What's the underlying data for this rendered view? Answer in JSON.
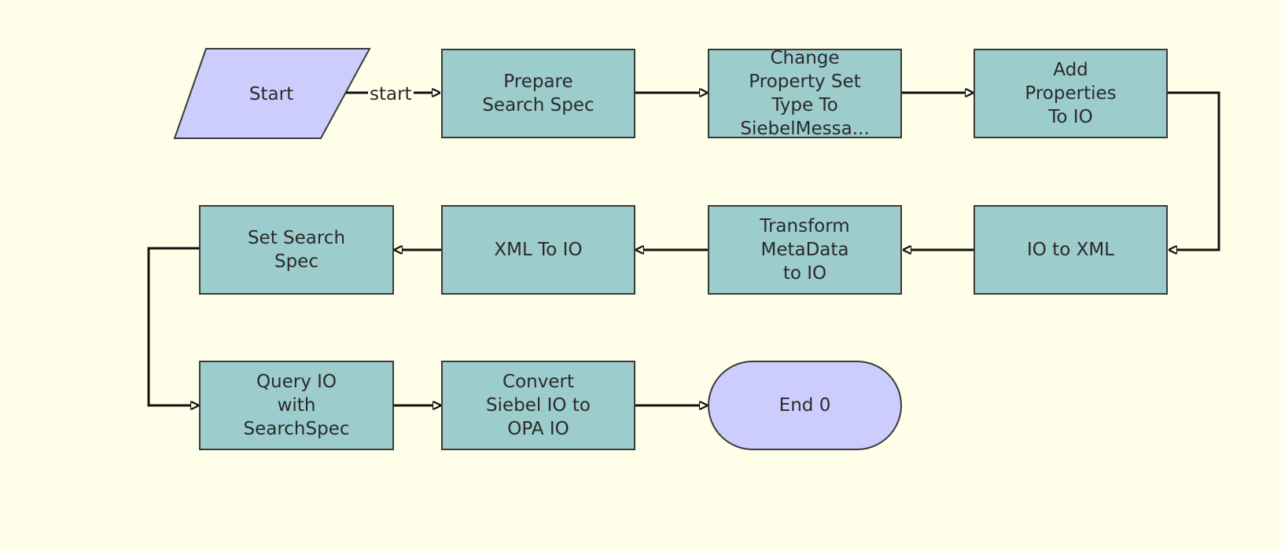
{
  "diagram": {
    "start": {
      "label": "Start"
    },
    "start_edge_label": "start",
    "steps": {
      "prepare_search_spec": "Prepare\nSearch Spec",
      "change_property_set_type": "Change\nProperty Set\nType To\nSiebelMessa...",
      "add_properties_to_io": "Add\nProperties\nTo IO",
      "io_to_xml": "IO to XML",
      "transform_metadata_to_io": "Transform\nMetaData\nto IO",
      "xml_to_io": "XML To IO",
      "set_search_spec": "Set Search\nSpec",
      "query_io_with_searchspec": "Query IO\nwith\nSearchSpec",
      "convert_siebel_io_to_opa_io": "Convert\nSiebel IO to\nOPA IO"
    },
    "end": {
      "label": "End 0"
    },
    "colors": {
      "background": "#fefee9",
      "step_fill": "#9ccccc",
      "terminal_fill": "#cccdfc",
      "stroke": "#3a3a3a",
      "connector": "#111111"
    }
  }
}
